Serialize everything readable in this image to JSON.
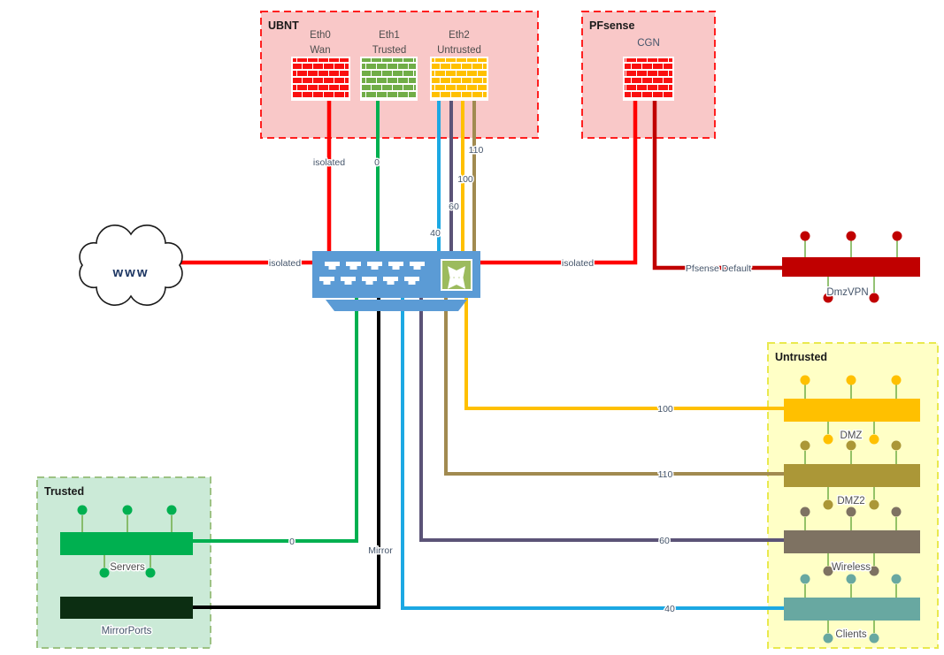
{
  "groups": {
    "ubnt": {
      "title": "UBNT"
    },
    "pfsense": {
      "title": "PFsense"
    },
    "trusted": {
      "title": "Trusted"
    },
    "untrusted": {
      "title": "Untrusted"
    }
  },
  "internet": {
    "label": "www"
  },
  "firewalls": {
    "eth0": {
      "name": "Eth0",
      "role": "Wan"
    },
    "eth1": {
      "name": "Eth1",
      "role": "Trusted"
    },
    "eth2": {
      "name": "Eth2",
      "role": "Untrusted"
    },
    "cgn": {
      "name": "CGN"
    }
  },
  "devices": {
    "dmzvpn": {
      "label": "DmzVPN"
    },
    "dmz": {
      "label": "DMZ"
    },
    "dmz2": {
      "label": "DMZ2"
    },
    "wireless": {
      "label": "Wireless"
    },
    "clients": {
      "label": "Clients"
    },
    "servers": {
      "label": "Servers"
    },
    "mirrorports": {
      "label": "MirrorPorts"
    }
  },
  "links": {
    "wan_isolated": {
      "label": "isolated"
    },
    "eth0_isolated": {
      "label": "isolated"
    },
    "pfsense_isolated": {
      "label": "isolated"
    },
    "pfsense_default": {
      "label": "Pfsense Default"
    },
    "vlan0_drop": {
      "label": "0"
    },
    "vlan40_drop": {
      "label": "40"
    },
    "vlan60_drop": {
      "label": "60"
    },
    "vlan100_drop": {
      "label": "100"
    },
    "vlan110_drop": {
      "label": "110"
    },
    "vlan0": {
      "label": "0"
    },
    "mirror": {
      "label": "Mirror"
    },
    "vlan40": {
      "label": "40"
    },
    "vlan60": {
      "label": "60"
    },
    "vlan100": {
      "label": "100"
    },
    "vlan110": {
      "label": "110"
    }
  },
  "colors": {
    "isolated_red": "#FF0000",
    "pfsense_dark_red": "#C00000",
    "trusted_green": "#00B050",
    "vlan40_blue": "#1CA8E3",
    "vlan60_slate": "#5B5377",
    "vlan100_yellow": "#FFC000",
    "vlan110_brown": "#A18A50",
    "mirror_black": "#000000",
    "switch_body": "#5B9BD5",
    "crossover_icon": "#9CBB5D",
    "brick_red": "#FA1010",
    "brick_green": "#70AD47",
    "brick_yellow": "#FFC000",
    "dmzvpn_bar": "#C00000",
    "dmz_bar": "#FFC000",
    "dmz2_bar": "#AB9737",
    "wireless_bar": "#7E7262",
    "clients_bar": "#68A8A1",
    "servers_bar": "#00B050",
    "mirrorports_bar": "#0C2E12",
    "ubnt_bg": "#F9C8C8",
    "trusted_bg": "#CBEAD7",
    "untrusted_bg": "#FFFFC6"
  }
}
